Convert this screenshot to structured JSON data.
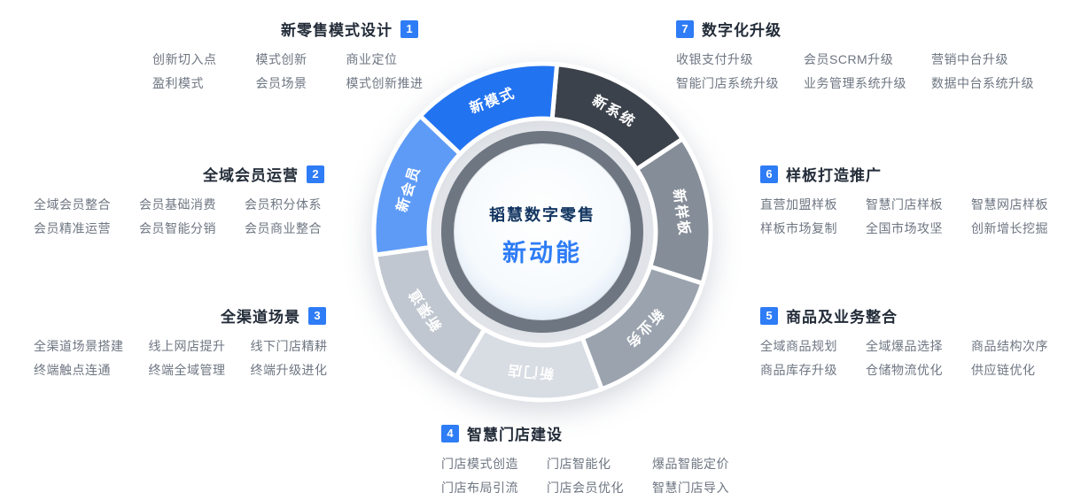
{
  "center": {
    "line1": "韬慧数字零售",
    "line2": "新动能"
  },
  "wheel": {
    "start_angle": 5,
    "inner_radius": 128,
    "outer_radius": 190,
    "ring_color": "#6d7681",
    "segments": [
      {
        "label": "新系统",
        "color": "#3c424b"
      },
      {
        "label": "新样板",
        "color": "#858d98"
      },
      {
        "label": "新业务",
        "color": "#9aa3ae"
      },
      {
        "label": "新门店",
        "color": "#d8dce3"
      },
      {
        "label": "新渠道",
        "color": "#c0c7d0"
      },
      {
        "label": "新会员",
        "color": "#5e9bf7"
      },
      {
        "label": "新模式",
        "color": "#2273f0"
      }
    ]
  },
  "sections": [
    {
      "num": "1",
      "title": "新零售模式设计",
      "items": [
        [
          "创新切入点",
          "模式创新",
          "商业定位"
        ],
        [
          "盈利模式",
          "会员场景",
          "模式创新推进"
        ]
      ]
    },
    {
      "num": "2",
      "title": "全域会员运营",
      "items": [
        [
          "全域会员整合",
          "会员基础消费",
          "会员积分体系"
        ],
        [
          "会员精准运营",
          "会员智能分销",
          "会员商业整合"
        ]
      ]
    },
    {
      "num": "3",
      "title": "全渠道场景",
      "items": [
        [
          "全渠道场景搭建",
          "线上网店提升",
          "线下门店精耕"
        ],
        [
          "终端触点连通",
          "终端全域管理",
          "终端升级进化"
        ]
      ]
    },
    {
      "num": "4",
      "title": "智慧门店建设",
      "items": [
        [
          "门店模式创造",
          "门店智能化",
          "爆品智能定价"
        ],
        [
          "门店布局引流",
          "门店会员优化",
          "智慧门店导入"
        ]
      ]
    },
    {
      "num": "5",
      "title": "商品及业务整合",
      "items": [
        [
          "全域商品规划",
          "全域爆品选择",
          "商品结构次序"
        ],
        [
          "商品库存升级",
          "仓储物流优化",
          "供应链优化"
        ]
      ]
    },
    {
      "num": "6",
      "title": "样板打造推广",
      "items": [
        [
          "直营加盟样板",
          "智慧门店样板",
          "智慧网店样板"
        ],
        [
          "样板市场复制",
          "全国市场攻坚",
          "创新增长挖掘"
        ]
      ]
    },
    {
      "num": "7",
      "title": "数字化升级",
      "items": [
        [
          "收银支付升级",
          "会员SCRM升级",
          "营销中台升级"
        ],
        [
          "智能门店系统升级",
          "业务管理系统升级",
          "数据中台系统升级"
        ]
      ]
    }
  ],
  "colors": {
    "accent": "#2e7cf6",
    "title_text": "#232c39",
    "item_text": "#6e7682",
    "center_title": "#123561"
  }
}
